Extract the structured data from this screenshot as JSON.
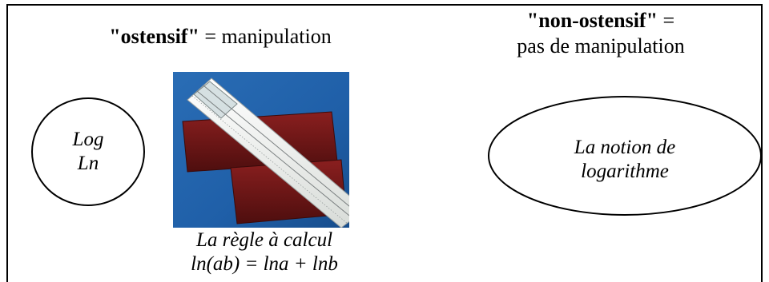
{
  "left_heading": {
    "bold_text": "\"ostensif\"",
    "rest_text": " = manipulation"
  },
  "right_heading": {
    "bold_text": "\"non-ostensif\"",
    "rest_line1": " =",
    "line2": "pas de manipulation"
  },
  "left_ellipse": {
    "line1": "Log",
    "line2": "Ln"
  },
  "right_ellipse": {
    "line1": "La notion de",
    "line2": "logarithme"
  },
  "caption": {
    "line1": "La règle à calcul",
    "line2": "ln(ab) = lna + lnb"
  },
  "colors": {
    "photo_background": "#1f5fa8",
    "slide_rule_case": "#6b1414",
    "slide_rule_body": "#eef0ee"
  },
  "photo_subject": "slide-rule"
}
